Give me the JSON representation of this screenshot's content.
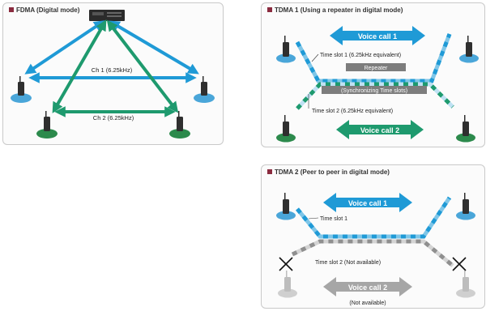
{
  "colors": {
    "blue": "#1f9ad6",
    "green": "#1e9a6e",
    "gray": "#9a9a9a",
    "title_square": "#8a2b3f",
    "disc_blue": "#4aa6d9",
    "disc_green": "#2c8a4c",
    "disc_gray": "#cfcfcf"
  },
  "fdma": {
    "title": "FDMA (Digital mode)",
    "ch1_label": "Ch 1 (6.25kHz)",
    "ch2_label": "Ch 2 (6.25kHz)"
  },
  "tdma1": {
    "title": "TDMA 1 (Using a repeater in digital mode)",
    "voice1": "Voice call 1",
    "voice2": "Voice call 2",
    "slot1": "Time slot 1 (6.25kHz equivalent)",
    "slot2": "Time slot 2 (6.25kHz equivalent)",
    "repeater": "Repeater",
    "sync": "(Synchronizing Time slots)"
  },
  "tdma2": {
    "title": "TDMA 2 (Peer to peer in digital mode)",
    "voice1": "Voice call 1",
    "voice2": "Voice call 2",
    "slot1": "Time slot 1",
    "slot2": "Time slot 2 (Not available)",
    "not_available": "(Not available)"
  }
}
